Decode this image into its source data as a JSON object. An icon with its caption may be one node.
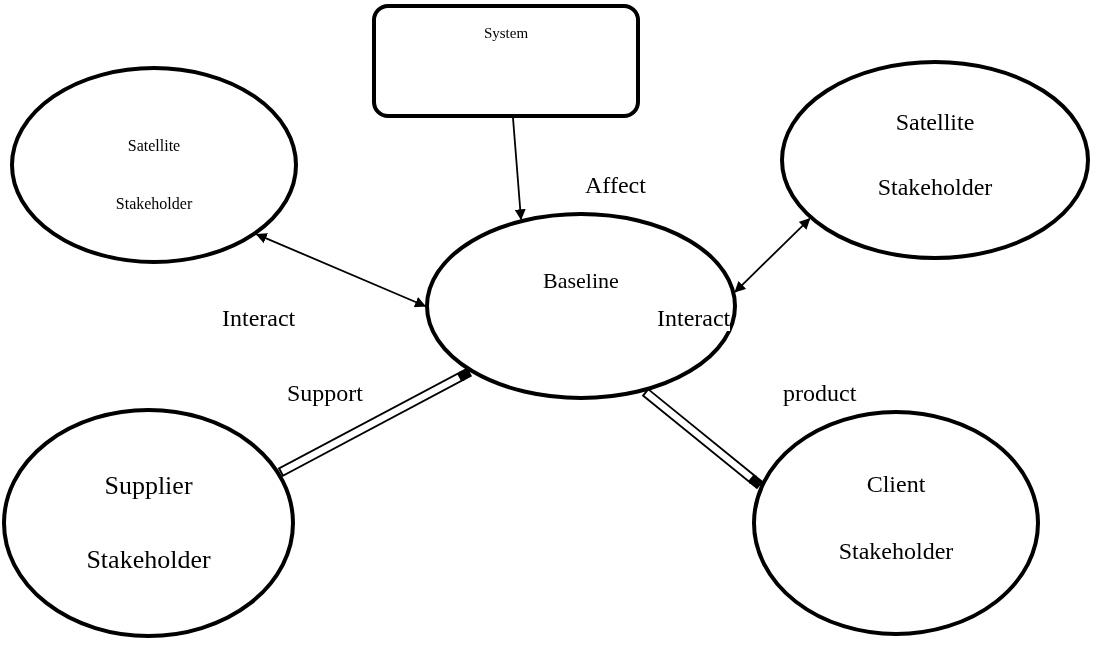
{
  "diagram": {
    "nodes": [
      {
        "text": [
          "System"
        ]
      },
      {
        "text": [
          "Satellite",
          "Stakeholder"
        ]
      },
      {
        "text": [
          "Satellite",
          "Stakeholder"
        ]
      },
      {
        "text": [
          "Baseline"
        ]
      },
      {
        "text": [
          "Supplier",
          "Stakeholder"
        ]
      },
      {
        "text": [
          "Client",
          "Stakeholder"
        ]
      }
    ],
    "edges": [
      {
        "from": 0,
        "to": 3,
        "arrow": "to",
        "label": "Affect"
      },
      {
        "from": 1,
        "to": 3,
        "arrow": "both",
        "label": "Interact"
      },
      {
        "from": 2,
        "to": 3,
        "arrow": "both",
        "label": "Interact"
      },
      {
        "from": 4,
        "to": 3,
        "arrow": "to",
        "label": "Support",
        "style": "thick"
      },
      {
        "from": 3,
        "to": 5,
        "arrow": "to",
        "label": "product",
        "style": "thick"
      }
    ]
  }
}
